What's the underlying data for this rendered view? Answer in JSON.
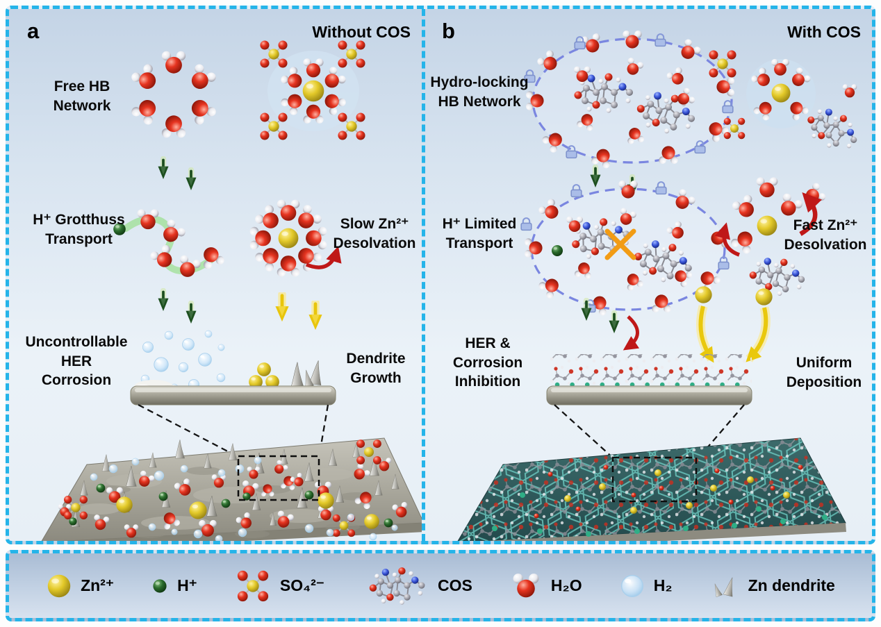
{
  "figure": {
    "type": "battery-electrolyte-schematic",
    "colors": {
      "dashed_border": "#25b4e9",
      "hb_oval_dash": "#7a86e0",
      "electrode_gray": "#a8a699",
      "surface_teal": "#2d5659",
      "zn_yellow": "#e3c929",
      "proton_green": "#2a6b2c",
      "oxygen_red": "#e63420",
      "arrow_red": "#bf1818"
    }
  },
  "panel_a": {
    "corner_label": "a",
    "title": "Without COS",
    "labels": {
      "free_hb": "Free HB\nNetwork",
      "grotthuss": "H⁺ Grotthuss\nTransport",
      "slow_desolvation": "Slow Zn²⁺\nDesolvation",
      "her_corrosion": "Uncontrollable\nHER\nCorrosion",
      "dendrite_growth": "Dendrite\nGrowth"
    }
  },
  "panel_b": {
    "corner_label": "b",
    "title": "With COS",
    "labels": {
      "hydro_locking": "Hydro-locking\nHB Network",
      "limited_transport": "H⁺ Limited\nTransport",
      "fast_desolvation": "Fast Zn²⁺\nDesolvation",
      "her_inhibition": "HER &\nCorrosion\nInhibition",
      "uniform_deposition": "Uniform\nDeposition"
    }
  },
  "legend": {
    "items": [
      {
        "id": "zn-ion",
        "label": "Zn²⁺"
      },
      {
        "id": "proton",
        "label": "H⁺"
      },
      {
        "id": "sulfate",
        "label": "SO₄²⁻"
      },
      {
        "id": "cos",
        "label": "COS"
      },
      {
        "id": "water",
        "label": "H₂O"
      },
      {
        "id": "hydrogen-gas",
        "label": "H₂"
      },
      {
        "id": "zn-dendrite",
        "label": "Zn dendrite"
      }
    ]
  }
}
